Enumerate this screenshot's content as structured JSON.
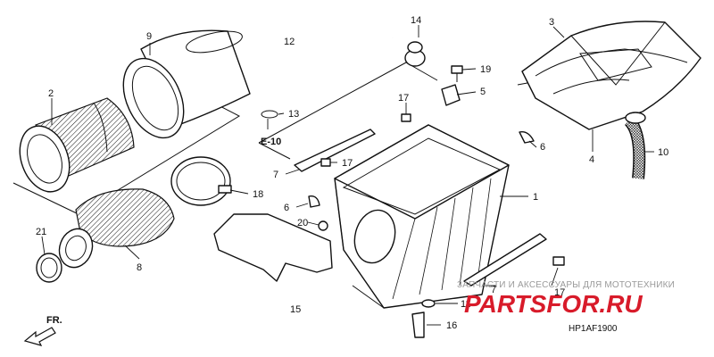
{
  "diagram": {
    "callouts": [
      "1",
      "2",
      "3",
      "4",
      "5",
      "6",
      "6",
      "7",
      "7",
      "8",
      "9",
      "10",
      "11",
      "12",
      "13",
      "14",
      "15",
      "16",
      "17",
      "17",
      "17",
      "18",
      "19",
      "20",
      "21"
    ],
    "ref_label": "E-10",
    "direction_label": "FR.",
    "drawing_code": "HP1AF1900"
  },
  "watermark": {
    "top_text": "ЗАПЧАСТИ И АКСЕССУАРЫ ДЛЯ МОТОТЕХНИКИ",
    "brand": "PARTSFOR.RU",
    "brand_color": "#d81b2a"
  }
}
